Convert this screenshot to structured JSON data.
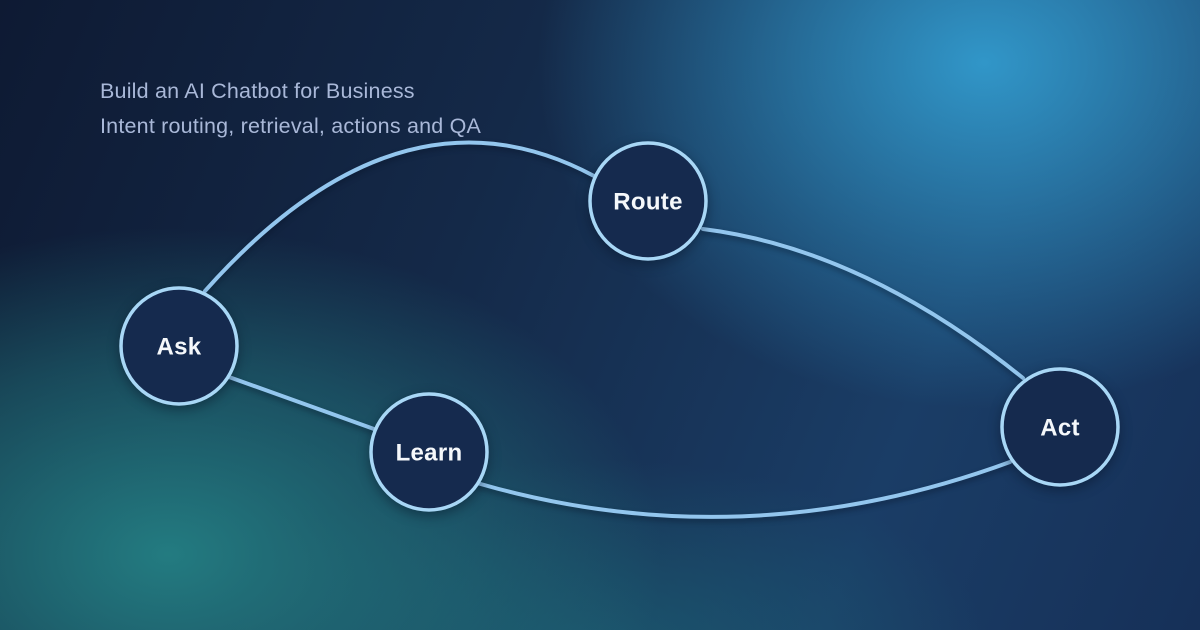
{
  "card": {
    "title": "Build an AI Chatbot for Business",
    "subtitle": "Intent routing, retrieval, actions and QA"
  },
  "diagram": {
    "nodes": [
      {
        "id": "ask",
        "label": "Ask"
      },
      {
        "id": "route",
        "label": "Route"
      },
      {
        "id": "learn",
        "label": "Learn"
      },
      {
        "id": "act",
        "label": "Act"
      }
    ],
    "edges": [
      {
        "from": "Ask",
        "to": "Route"
      },
      {
        "from": "Route",
        "to": "Act"
      },
      {
        "from": "Ask",
        "to": "Learn"
      },
      {
        "from": "Learn",
        "to": "Act"
      }
    ]
  },
  "colors": {
    "node_fill": "#152a4e",
    "node_border": "#a8d7f6",
    "edge_line": "#93c6ee",
    "heading_text": "#a9b8d8",
    "node_label_text": "#f5f8fb",
    "background_navy": "#0e1a33",
    "background_glow_blue": "#339ed1",
    "background_glow_teal": "#248084"
  }
}
